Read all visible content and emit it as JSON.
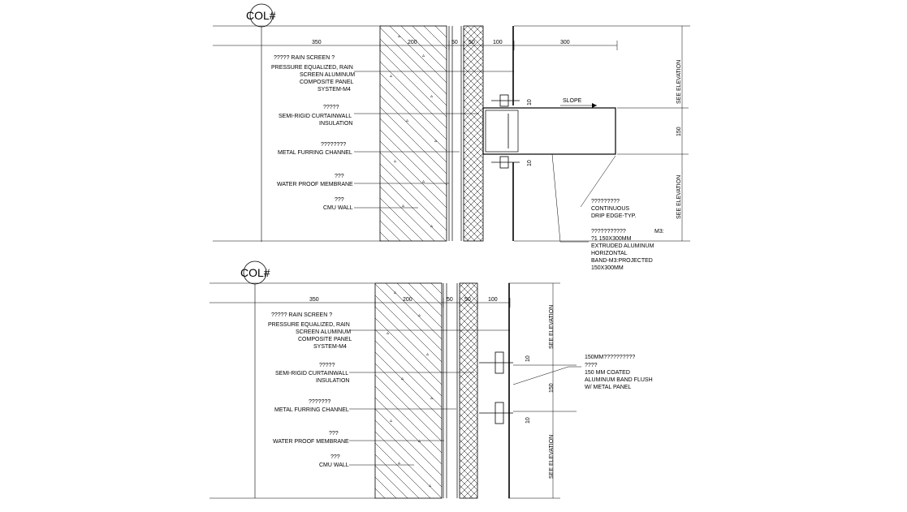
{
  "details": [
    {
      "col_label": "COL#",
      "dims_top": [
        "350",
        "200",
        "50",
        "50",
        "100",
        "300"
      ],
      "dims_side": [
        "10",
        "150",
        "10"
      ],
      "see_elevation": "SEE ELEVATION",
      "slope": "SLOPE",
      "tag": "M3:",
      "callouts_left": [
        [
          "?????    RAIN SCREEN ?",
          "PRESSURE EQUALIZED, RAIN",
          "SCREEN ALUMINUM",
          "COMPOSITE PANEL",
          "SYSTEM-M4"
        ],
        [
          "?????",
          "SEMI-RIGID CURTAINWALL",
          "INSULATION"
        ],
        [
          "????????",
          "METAL FURRING CHANNEL"
        ],
        [
          "???",
          "WATER PROOF MEMBRANE"
        ],
        [
          "???",
          "CMU WALL"
        ]
      ],
      "callouts_right": [
        [
          "?????????",
          "CONTINUOUS",
          "DRIP EDGE-TYP."
        ],
        [
          "???????????",
          "?1  150X300MM",
          "EXTRUDED ALUMINUM",
          "HORIZONTAL",
          "BAND-M3:PROJECTED",
          "150X300MM"
        ]
      ]
    },
    {
      "col_label": "COL#",
      "dims_top": [
        "350",
        "200",
        "50",
        "50",
        "100"
      ],
      "dims_side": [
        "10",
        "150",
        "10"
      ],
      "see_elevation": "SEE ELEVATION",
      "callouts_left": [
        [
          "?????    RAIN SCREEN ?",
          "PRESSURE EQUALIZED, RAIN",
          "SCREEN ALUMINUM",
          "COMPOSITE PANEL",
          "SYSTEM-M4"
        ],
        [
          "?????",
          "SEMI-RIGID CURTAINWALL",
          "INSULATION"
        ],
        [
          "???????",
          "METAL FURRING CHANNEL"
        ],
        [
          "???",
          "WATER PROOF MEMBRANE"
        ],
        [
          "???",
          "CMU WALL"
        ]
      ],
      "callouts_right": [
        [
          "150MM??????????",
          "????",
          "150 MM COATED",
          "ALUMINUM BAND FLUSH",
          "W/ METAL PANEL"
        ]
      ]
    }
  ]
}
